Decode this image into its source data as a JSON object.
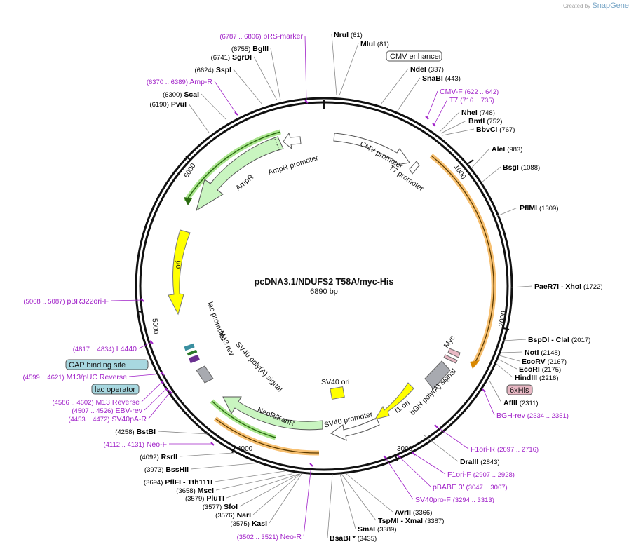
{
  "credit": {
    "prefix": "Created by",
    "logo": "SnapGene"
  },
  "plasmid": {
    "name": "pcDNA3.1/NDUFS2 T58A/myc-His",
    "size": "6890 bp"
  },
  "colors": {
    "enzyme": "#000000",
    "primer": "#a020c8",
    "ticks": "#000000"
  },
  "features": {
    "amp_promoter": "AmpR promoter",
    "ampr": "AmpR",
    "cmv_promoter": "CMV promoter",
    "t7_promoter": "T7 promoter",
    "ori": "ori",
    "lac_promoter": "lac promoter",
    "m13_rev": "M13 rev",
    "sv40_polya": "SV40 poly(A) signal",
    "neo": "NeoR/KanR",
    "sv40_ori": "SV40 ori",
    "sv40_promoter": "SV40 promoter",
    "bgh": "bGH poly(A) signal",
    "f1_ori": "f1 ori",
    "myc": "Myc"
  },
  "ticks": [
    "1000",
    "2000",
    "3000",
    "4000",
    "5000",
    "6000"
  ],
  "boxed": {
    "cmv_enhancer": "CMV enhancer",
    "cap": "CAP binding site",
    "lac_operator": "lac operator",
    "sixhis": "6xHis"
  },
  "labels": [
    {
      "name": "NruI",
      "pos": "(61)",
      "kind": "enzyme"
    },
    {
      "name": "MluI",
      "pos": "(81)",
      "kind": "enzyme"
    },
    {
      "name": "NdeI",
      "pos": "(337)",
      "kind": "enzyme"
    },
    {
      "name": "SnaBI",
      "pos": "(443)",
      "kind": "enzyme"
    },
    {
      "name": "CMV-F",
      "pos": "(622 .. 642)",
      "kind": "primer"
    },
    {
      "name": "T7",
      "pos": "(716 .. 735)",
      "kind": "primer"
    },
    {
      "name": "NheI",
      "pos": "(748)",
      "kind": "enzyme"
    },
    {
      "name": "BmtI",
      "pos": "(752)",
      "kind": "enzyme"
    },
    {
      "name": "BbvCI",
      "pos": "(767)",
      "kind": "enzyme"
    },
    {
      "name": "AleI",
      "pos": "(983)",
      "kind": "enzyme"
    },
    {
      "name": "BsgI",
      "pos": "(1088)",
      "kind": "enzyme"
    },
    {
      "name": "PflMI",
      "pos": "(1309)",
      "kind": "enzyme"
    },
    {
      "name": "PaeR7I  - XhoI",
      "pos": "(1722)",
      "kind": "enzyme"
    },
    {
      "name": "BspDI  - ClaI",
      "pos": "(2017)",
      "kind": "enzyme"
    },
    {
      "name": "NotI",
      "pos": "(2148)",
      "kind": "enzyme"
    },
    {
      "name": "EcoRV",
      "pos": "(2167)",
      "kind": "enzyme"
    },
    {
      "name": "EcoRI",
      "pos": "(2175)",
      "kind": "enzyme"
    },
    {
      "name": "HindIII",
      "pos": "(2216)",
      "kind": "enzyme"
    },
    {
      "name": "AflII",
      "pos": "(2311)",
      "kind": "enzyme"
    },
    {
      "name": "BGH-rev",
      "pos": "(2334 .. 2351)",
      "kind": "primer"
    },
    {
      "name": "F1ori-R",
      "pos": "(2697 .. 2716)",
      "kind": "primer"
    },
    {
      "name": "DraIII",
      "pos": "(2843)",
      "kind": "enzyme"
    },
    {
      "name": "F1ori-F",
      "pos": "(2907 .. 2928)",
      "kind": "primer"
    },
    {
      "name": "pBABE 3'",
      "pos": "(3047 .. 3067)",
      "kind": "primer"
    },
    {
      "name": "SV40pro-F",
      "pos": "(3294 .. 3313)",
      "kind": "primer"
    },
    {
      "name": "AvrII",
      "pos": "(3366)",
      "kind": "enzyme"
    },
    {
      "name": "TspMI  - XmaI",
      "pos": "(3387)",
      "kind": "enzyme"
    },
    {
      "name": "SmaI",
      "pos": "(3389)",
      "kind": "enzyme"
    },
    {
      "name": "BsaBI *",
      "pos": "(3435)",
      "kind": "enzyme"
    },
    {
      "name": "Neo-R",
      "pos": "(3502 .. 3521)",
      "kind": "primer"
    },
    {
      "name": "KasI",
      "pos": "(3575)",
      "kind": "enzyme"
    },
    {
      "name": "NarI",
      "pos": "(3576)",
      "kind": "enzyme"
    },
    {
      "name": "SfoI",
      "pos": "(3577)",
      "kind": "enzyme"
    },
    {
      "name": "PluTI",
      "pos": "(3579)",
      "kind": "enzyme"
    },
    {
      "name": "MscI",
      "pos": "(3658)",
      "kind": "enzyme"
    },
    {
      "name": "PflFI  - Tth111I",
      "pos": "(3694)",
      "kind": "enzyme"
    },
    {
      "name": "BssHII",
      "pos": "(3973)",
      "kind": "enzyme"
    },
    {
      "name": "RsrII",
      "pos": "(4092)",
      "kind": "enzyme"
    },
    {
      "name": "Neo-F",
      "pos": "(4112 .. 4131)",
      "kind": "primer"
    },
    {
      "name": "BstBI",
      "pos": "(4258)",
      "kind": "enzyme"
    },
    {
      "name": "SV40pA-R",
      "pos": "(4453 .. 4472)",
      "kind": "primer"
    },
    {
      "name": "EBV-rev",
      "pos": "(4507 .. 4526)",
      "kind": "primer"
    },
    {
      "name": "M13 Reverse",
      "pos": "(4586 .. 4602)",
      "kind": "primer"
    },
    {
      "name": "M13/pUC Reverse",
      "pos": "(4599 .. 4621)",
      "kind": "primer"
    },
    {
      "name": "L4440",
      "pos": "(4817 .. 4834)",
      "kind": "primer"
    },
    {
      "name": "pBR322ori-F",
      "pos": "(5068 .. 5087)",
      "kind": "primer"
    },
    {
      "name": "PvuI",
      "pos": "(6190)",
      "kind": "enzyme"
    },
    {
      "name": "ScaI",
      "pos": "(6300)",
      "kind": "enzyme"
    },
    {
      "name": "Amp-R",
      "pos": "(6370 .. 6389)",
      "kind": "primer"
    },
    {
      "name": "SspI",
      "pos": "(6624)",
      "kind": "enzyme"
    },
    {
      "name": "SgrDI",
      "pos": "(6741)",
      "kind": "enzyme"
    },
    {
      "name": "BglII",
      "pos": "(6755)",
      "kind": "enzyme"
    },
    {
      "name": "pRS-marker",
      "pos": "(6787 .. 6806)",
      "kind": "primer"
    }
  ]
}
